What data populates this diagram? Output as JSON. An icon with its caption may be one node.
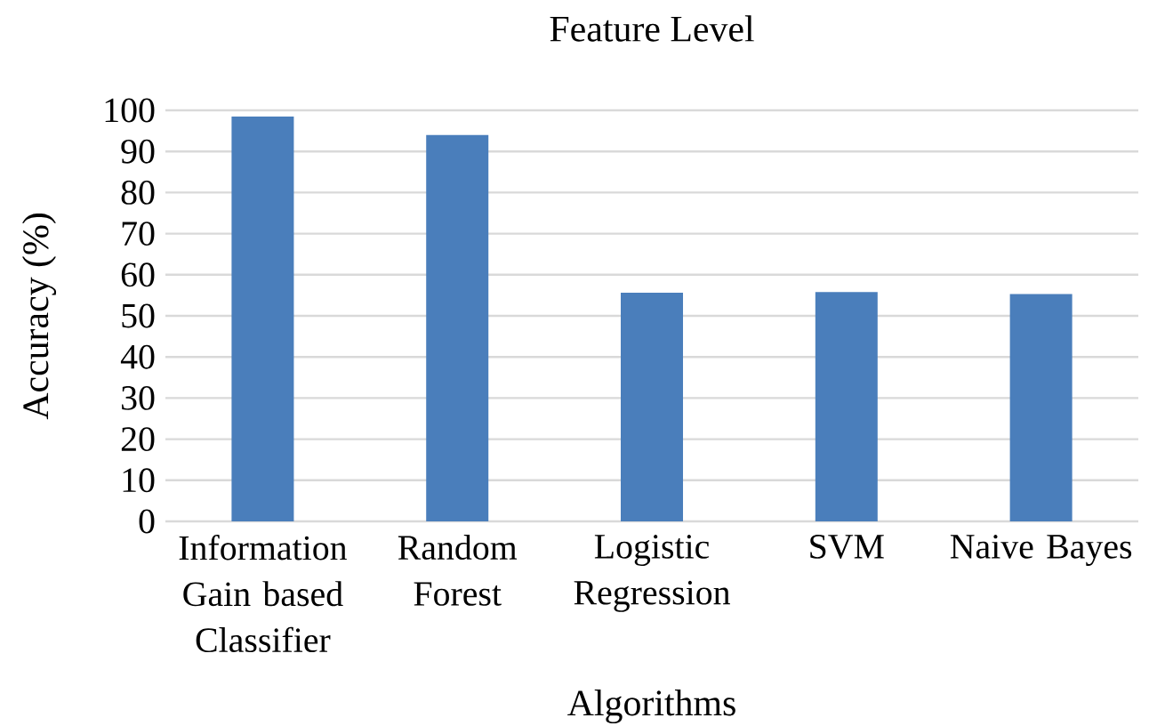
{
  "diagram": {
    "chart_data": {
      "type": "bar",
      "title": "Feature Level",
      "xlabel": "Algorithms",
      "ylabel": "Accuracy (%)",
      "categories": [
        "Information Gain based Classifier",
        "Random Forest",
        "Logistic Regression",
        "SVM",
        "Naive Bayes"
      ],
      "series": [
        {
          "color": "#4a7ebb",
          "values": [
            98.5,
            94.0,
            55.6,
            55.8,
            55.3
          ]
        }
      ],
      "ylim": [
        0,
        100
      ],
      "grid": true,
      "yticks": [
        0,
        10,
        20,
        30,
        40,
        50,
        60,
        70,
        80,
        90,
        100
      ]
    }
  }
}
